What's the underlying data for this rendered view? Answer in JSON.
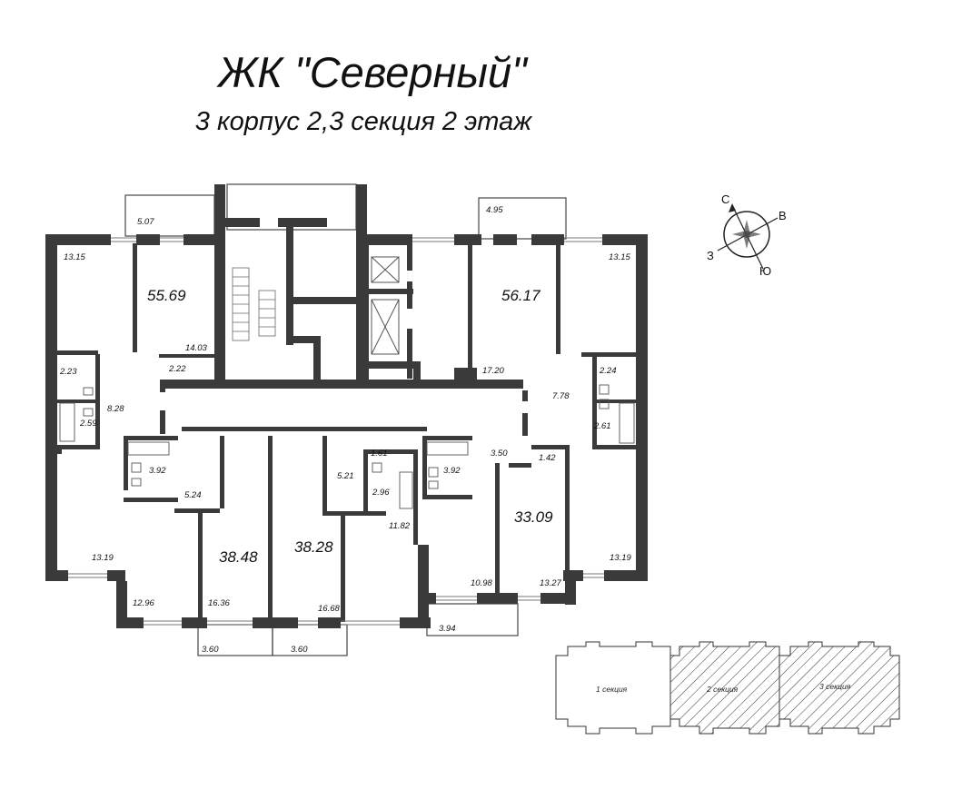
{
  "title": "ЖК \"Северный\"",
  "subtitle": "3 корпус 2,3 секция 2 этаж",
  "apartments": {
    "a55_69": "55.69",
    "a56_17": "56.17",
    "a38_48": "38.48",
    "a38_28": "38.28",
    "a33_09": "33.09"
  },
  "rooms": {
    "r5_07": "5.07",
    "r13_15_l": "13.15",
    "r14_03": "14.03",
    "r2_22": "2.22",
    "r2_23": "2.23",
    "r2_59": "2.59",
    "r8_28": "8.28",
    "r4_95": "4.95",
    "r13_15_r": "13.15",
    "r17_20": "17.20",
    "r2_24": "2.24",
    "r7_78": "7.78",
    "r2_61": "2.61",
    "r3_92_l": "3.92",
    "r5_24": "5.24",
    "r1_61": "1.61",
    "r5_21": "5.21",
    "r2_96": "2.96",
    "r3_92_r": "3.92",
    "r3_50": "3.50",
    "r1_42": "1.42",
    "r11_82": "11.82",
    "r13_19_l": "13.19",
    "r12_96": "12.96",
    "r16_36": "16.36",
    "r16_68": "16.68",
    "r10_98": "10.98",
    "r13_27": "13.27",
    "r13_19_r": "13.19",
    "r3_60_l": "3.60",
    "r3_60_r": "3.60",
    "r3_94": "3.94"
  },
  "compass": {
    "north": "С",
    "east": "В",
    "west": "З",
    "south": "Ю"
  },
  "sections": {
    "s1": "1 секция",
    "s2": "2 секция",
    "s3": "3 секция"
  }
}
